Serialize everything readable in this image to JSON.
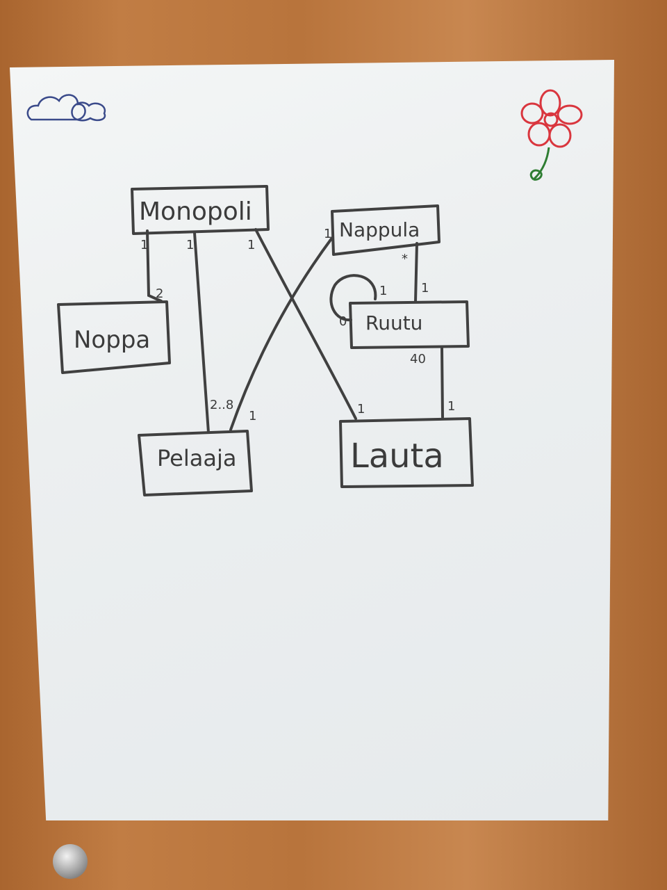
{
  "diagram": {
    "classes": {
      "monopoli": "Monopoli",
      "noppa": "Noppa",
      "pelaaja": "Pelaaja",
      "nappula": "Nappula",
      "ruutu": "Ruutu",
      "lauta": "Lauta"
    },
    "multiplicities": {
      "monopoli_noppa_a": "1",
      "monopoli_noppa_b": "2",
      "monopoli_pelaaja_a": "1",
      "monopoli_pelaaja_b": "2..8",
      "monopoli_lauta_a": "1",
      "monopoli_lauta_b": "1",
      "pelaaja_nappula_a": "1",
      "pelaaja_nappula_b": "1",
      "nappula_ruutu_a": "*",
      "nappula_ruutu_b": "1",
      "ruutu_self_a": "1",
      "ruutu_self_b": "0",
      "ruutu_lauta_a": "40",
      "ruutu_lauta_b": "1"
    },
    "colors": {
      "ink": "#404040",
      "board": "#eceff0",
      "flower": "#d9363e",
      "stem": "#2e7d32",
      "cloud": "#3a4a8a"
    },
    "doodles": [
      "cloud-doodle",
      "flower-doodle"
    ]
  }
}
